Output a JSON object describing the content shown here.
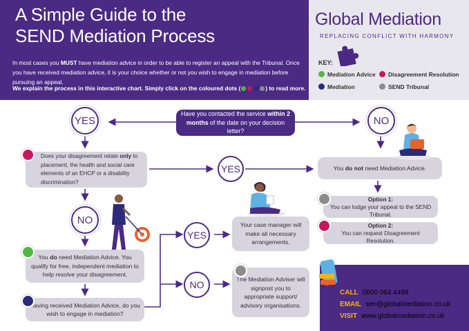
{
  "header": {
    "title_line1": "A Simple Guide to the",
    "title_line2": "SEND Mediation Process",
    "intro_part1": "In most cases you ",
    "intro_must": "MUST",
    "intro_part2": " have mediation advice in order to be able to register an appeal with the Tribunal. Once you have received mediation advice, it is your choice whether or not you wish to engage in mediation before pursuing an appeal.",
    "instruction_part1": "We explain the process in this interactive chart. Simply click on the coloured dots (",
    "instruction_part2": ") to read more."
  },
  "logo": {
    "name": "Global Mediation",
    "tagline": "REPLACING CONFLICT WITH HARMONY"
  },
  "key": {
    "title": "KEY:",
    "items": [
      {
        "label": "Mediation Advice",
        "color": "#55b547"
      },
      {
        "label": "Disagreement Resolution",
        "color": "#c8175d"
      },
      {
        "label": "Mediation",
        "color": "#2c2a7a"
      },
      {
        "label": "SEND Tribunal",
        "color": "#8c8c8c"
      }
    ]
  },
  "flow": {
    "question_contact_a": "Have you contacted the service ",
    "question_contact_b": "within 2 months",
    "question_contact_c": " of the date on your decision letter?",
    "yes": "YES",
    "no": "NO",
    "q_placement_a": "Does your disagreement relate ",
    "q_placement_b": "only",
    "q_placement_c": " to placement, the health and social care elements of an EHCP or a disability discrimination?",
    "no_advice_a": "You ",
    "no_advice_b": "do not",
    "no_advice_c": " need Mediation Advice.",
    "option1_title": "Option 1:",
    "option1_text": "You can lodge your appeal to the SEND Tribunal.",
    "option2_title": "Option 2:",
    "option2_text": "You can request Disagreement Resolution.",
    "need_advice_a": "You ",
    "need_advice_b": "do",
    "need_advice_c": " need Mediation Advice. You qualify for free, independent mediation to help resolve your disagreement.",
    "q_engage": "Having received Mediation Advice, do you wish to engage in mediation?",
    "case_manager": "Your case manager will make all necessary arrangements.",
    "signpost": "The Mediation Adviser will signpost you to appropriate support/ advisory organisations."
  },
  "contact": {
    "call_label": "CALL",
    "call_value": "0800 064 4488",
    "email_label": "EMAIL",
    "email_value": "sen@globalmediation.co.uk",
    "visit_label": "VISIT",
    "visit_value": "www.globalmediation.co.uk"
  },
  "colors": {
    "purple": "#4b2a84",
    "green": "#55b547",
    "pink": "#c8175d",
    "navy": "#2c2a7a",
    "grey": "#8c8c8c",
    "box": "#d7d4dd",
    "accent_yellow": "#f5b700"
  },
  "icons": [
    "puzzle-icon",
    "phone-icon",
    "person-laptop-icon",
    "person-reading-icon",
    "person-target-icon"
  ]
}
